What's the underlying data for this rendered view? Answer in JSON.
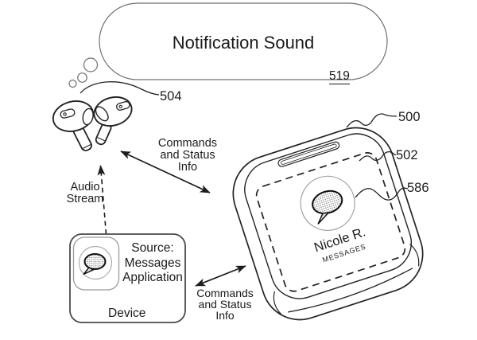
{
  "figure": {
    "bubble": {
      "title": "Notification Sound",
      "ref": "519"
    },
    "refs": {
      "earbuds": "504",
      "case": "500",
      "lid": "502",
      "screen": "586"
    },
    "case_screen": {
      "contact": "Nicole R.",
      "app": "MESSAGES"
    },
    "device": {
      "label": "Device",
      "source": [
        "Source:",
        "Messages",
        "Application"
      ]
    },
    "labels": {
      "audio": [
        "Audio",
        "Stream"
      ],
      "commands_upper": [
        "Commands",
        "and Status",
        "Info"
      ],
      "commands_lower": [
        "Commands",
        "and Status",
        "Info"
      ]
    },
    "icons": {
      "case_screen_icon": "speech-balloon",
      "device_app_icon": "speech-balloon"
    },
    "colors": {
      "ink": "#1d1d1d",
      "light_line": "#6f6f6f",
      "background": "#ffffff"
    }
  }
}
